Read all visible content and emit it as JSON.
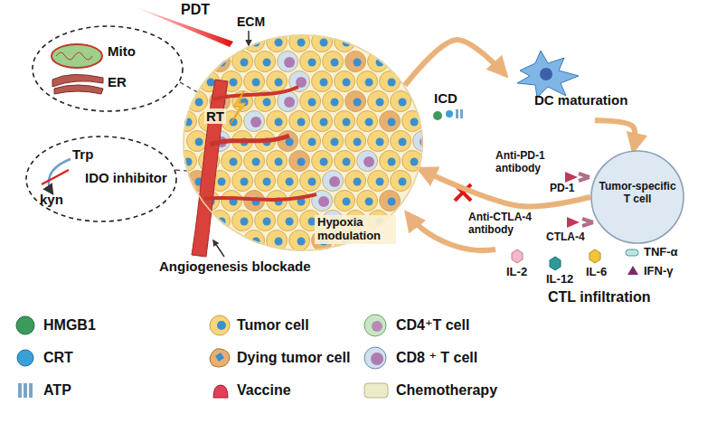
{
  "diagram": {
    "nodes": [
      {
        "text": [
          "Mito",
          "ER"
        ]
      },
      {
        "text": [
          "Trp",
          "IDO inhibitor",
          "kyn"
        ]
      },
      {
        "text": [
          "Hypoxia modulation"
        ]
      },
      {
        "text": [
          "DC maturation"
        ]
      },
      {
        "text": [
          "Tumor-specific T cell"
        ]
      }
    ],
    "edges": [
      {
        "from": 0,
        "to": 2,
        "arrow": "none"
      },
      {
        "from": 1,
        "to": 2,
        "arrow": "none"
      },
      {
        "from": 2,
        "to": 3,
        "arrow": "to"
      },
      {
        "from": 3,
        "to": 4,
        "arrow": "to"
      },
      {
        "from": 4,
        "to": 2,
        "arrow": "to"
      }
    ],
    "labels": [
      "PDT",
      "ECM",
      "ICD",
      "RT",
      "Angiogenesis blockade",
      "Anti-PD-1 antibody",
      "PD-1",
      "Anti-CTLA-4 antibody",
      "CTLA-4",
      "TNF-α",
      "IFN-γ",
      "IL-2",
      "IL-12",
      "IL-6",
      "CTL infiltration"
    ],
    "legend": [
      {
        "text": "HMGB1"
      },
      {
        "text": "CRT"
      },
      {
        "text": "ATP"
      },
      {
        "text": "Tumor cell"
      },
      {
        "text": "Dying tumor cell"
      },
      {
        "text": "Vaccine"
      },
      {
        "text": "CD4⁺T cell"
      },
      {
        "text": "CD8 ⁺ T cell"
      },
      {
        "text": "Chemotherapy"
      }
    ]
  }
}
